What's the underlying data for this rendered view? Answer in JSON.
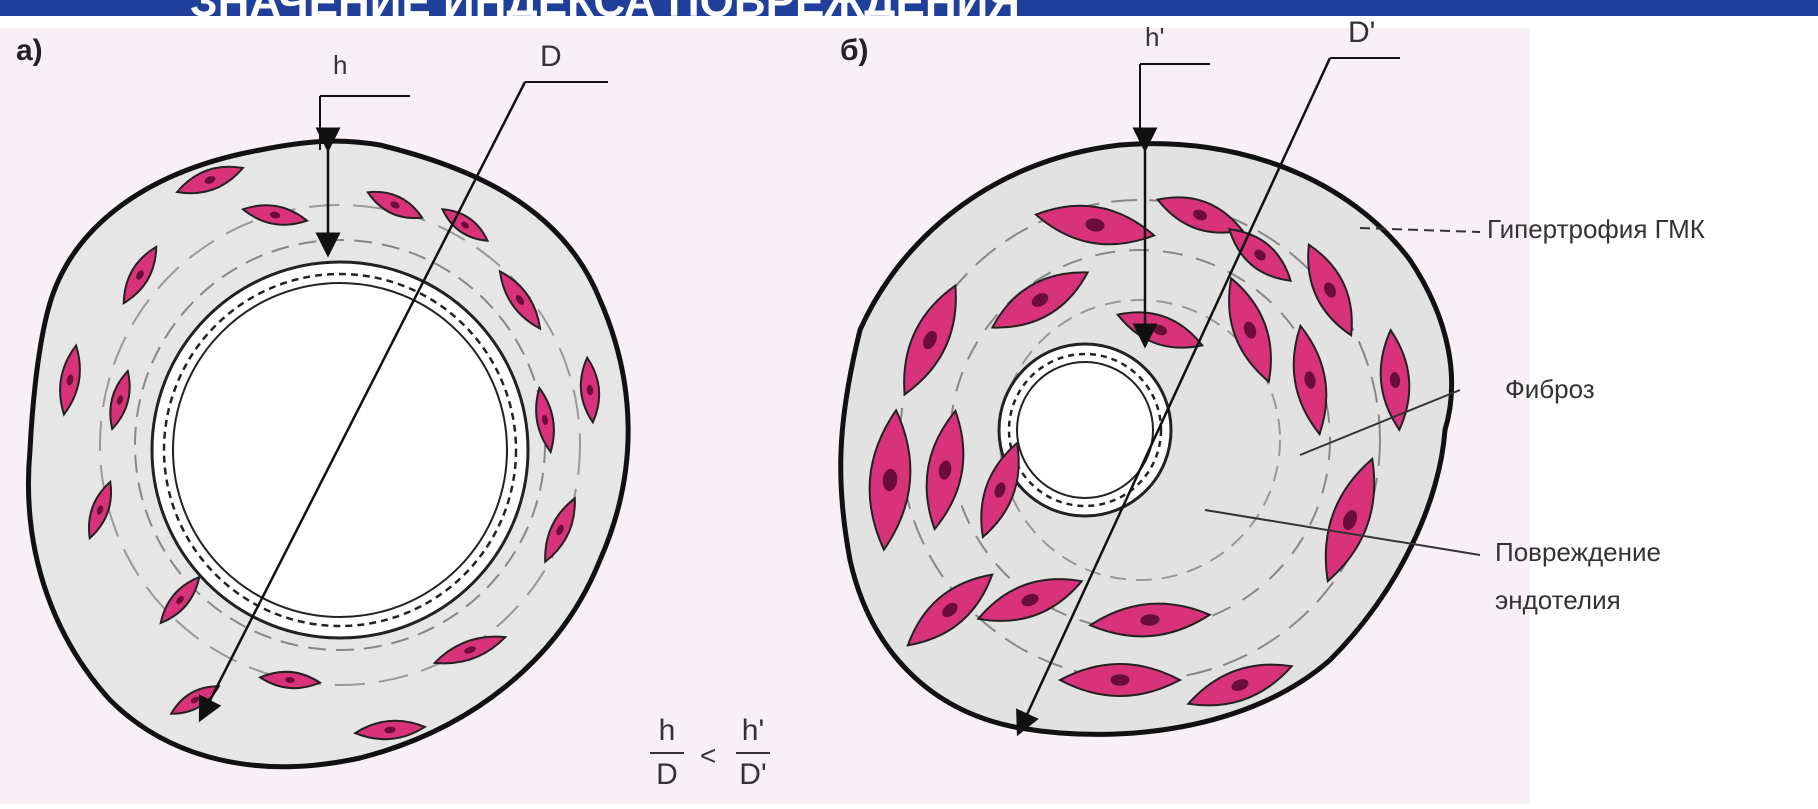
{
  "header_text": "ЗНАЧЕНИЕ ИНДЕКСА ПОВРЕЖДЕНИЯ",
  "panels": {
    "a": "а)",
    "b": "б)"
  },
  "dims": {
    "h": "h",
    "D": "D",
    "h_prime": "h'",
    "D_prime": "D'"
  },
  "annotations": {
    "hypertrophy": "Гипертрофия ГМК",
    "fibrosis": "Фиброз",
    "endothelium_line1": "Повреждение",
    "endothelium_line2": "эндотелия"
  },
  "formula": {
    "num_left": "h",
    "den_left": "D",
    "relation": "<",
    "num_right": "h'",
    "den_right": "D'"
  },
  "colors": {
    "header_bar": "#1f3f9a",
    "cell_fill": "#d8327a",
    "wall_fill": "#e6e6e6",
    "background": "#f7f1f7"
  }
}
